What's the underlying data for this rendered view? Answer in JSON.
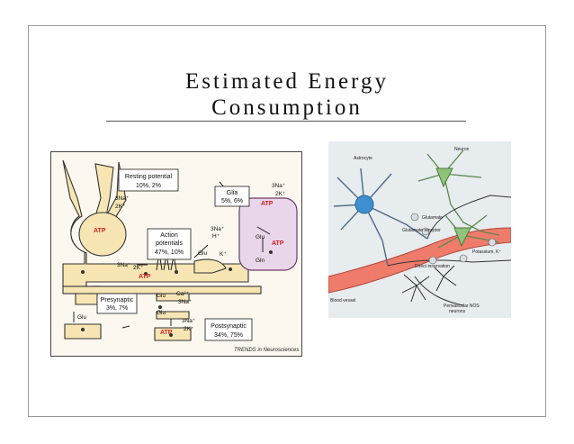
{
  "slide": {
    "title_line1": "Estimated Energy",
    "title_line2": "Consumption"
  },
  "left_figure": {
    "boxes": {
      "resting": [
        "Resting potential",
        "10%, 2%"
      ],
      "action": [
        "Action",
        "potentials",
        "47%, 10%"
      ],
      "glia": [
        "Glia",
        "5%, 6%"
      ],
      "presynaptic": [
        "Presynaptic",
        "3%, 7%"
      ],
      "postsynaptic": [
        "Postsynaptic",
        "34%, 75%"
      ]
    },
    "labels": {
      "atp": "ATP",
      "na3": "3Na⁺",
      "k2": "2K⁺",
      "na3_short": "3Na⁺",
      "k2_short": "2K⁺",
      "glu": "Glu",
      "gln": "Gln",
      "h": "H⁺",
      "k": "K⁺",
      "ca": "Ca²⁺",
      "credit": "TRENDS in Neurosciences"
    }
  },
  "right_figure": {
    "labels": {
      "astrocyte": "Astrocyte",
      "neuron": "Neuron",
      "glutamate": "Glutamate",
      "glutamate_receptor": "Glutamate receptor",
      "blood_vessel": "Blood vessel",
      "direct_innervation": "Direct innervation",
      "potassium": "Potassium, K⁺",
      "nos": "Perivascular NOS",
      "nos2": "neurons"
    }
  }
}
